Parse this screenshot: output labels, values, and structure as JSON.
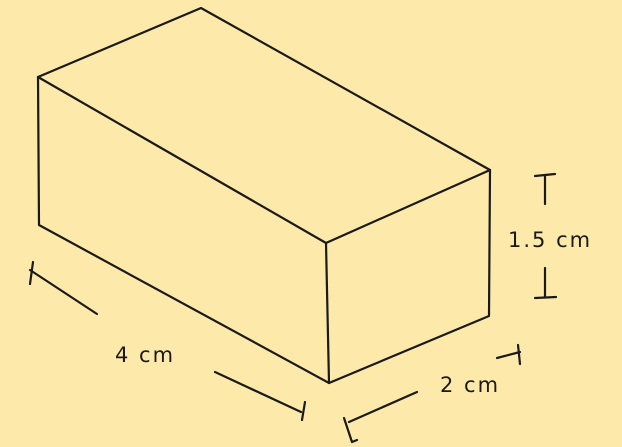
{
  "colors": {
    "background": "#fdeaaa",
    "ink": "#1a1a1a"
  },
  "labels": {
    "length": "4 cm",
    "width": "2 cm",
    "height": "1.5 cm"
  }
}
